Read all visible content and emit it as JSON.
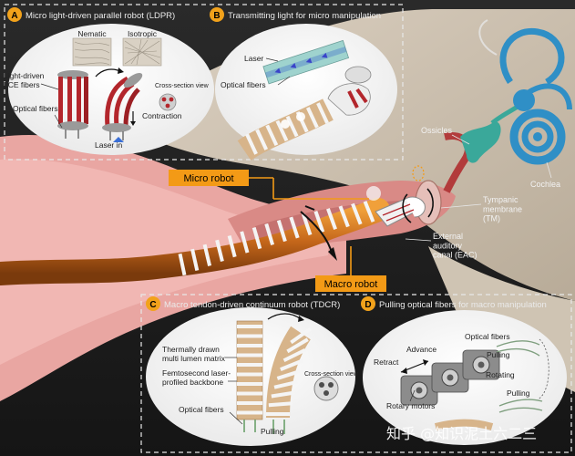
{
  "panels": {
    "a": {
      "badge": "A",
      "title": "Micro light-driven parallel robot (LDPR)",
      "labels": {
        "nematic": "Nematic",
        "isotropic": "Isotropic",
        "lce_fibers": "Light-driven\nLCE fibers",
        "optical_fibers": "Optical fibers",
        "cross_section": "Cross-section view",
        "contraction": "Contraction",
        "laser_in": "Laser in"
      }
    },
    "b": {
      "badge": "B",
      "title": "Transmitting light for micro manipulation",
      "labels": {
        "laser": "Laser",
        "optical_fibers": "Optical fibers"
      }
    },
    "c": {
      "badge": "C",
      "title": "Macro tendon-driven continuum robot (TDCR)",
      "labels": {
        "matrix": "Thermally drawn\nmulti lumen matrix",
        "backbone": "Femtosecond laser-\nprofiled backbone",
        "optical_fibers": "Optical fibers",
        "pulling": "Pulling",
        "cross_section": "Cross-section view"
      }
    },
    "d": {
      "badge": "D",
      "title": "Pulling optical fibers for macro manipulation",
      "labels": {
        "retract": "Retract",
        "advance": "Advance",
        "optical_fibers": "Optical fibers",
        "pulling_1": "Pulling",
        "rotating": "Rotating",
        "pulling_2": "Pulling",
        "rotary_motors": "Rotary motors"
      }
    }
  },
  "anatomy": {
    "ossicles": "Ossicles",
    "cochlea": "Cochlea",
    "tympanic": "Tympanic\nmembrane\n(TM)",
    "eac": "External\nauditory\ncanal (EAC)"
  },
  "callouts": {
    "micro_robot": "Micro robot",
    "macro_robot": "Macro robot"
  },
  "watermark": "知乎 @知识泥土六二三",
  "colors": {
    "callout": "#f39a16",
    "badge": "#f2a21b",
    "fiber_red": "#b3262c",
    "canal": "#d98a86",
    "ear_blue": "#2f8fc6"
  }
}
